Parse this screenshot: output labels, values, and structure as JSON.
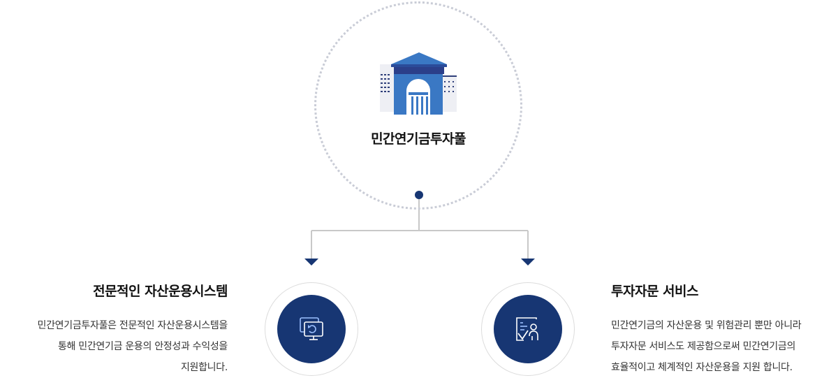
{
  "hub": {
    "title": "민간연기금투자풀",
    "icon": "government-building-icon"
  },
  "left": {
    "title": "전문적인 자산운용시스템",
    "lines": [
      "민간연기금투자풀은 전문적인 자산운용시스템을",
      "통해 민간연기금 운용의 안정성과 수익성을",
      "지원합니다."
    ],
    "icon": "monitor-refresh-icon"
  },
  "right": {
    "title": "투자자문 서비스",
    "lines": [
      "민간연기금의 자산운용 및 위험관리 뿐만  아니라",
      "투자자문 서비스도 제공함으로써 민간연기금의",
      "효율적이고 체계적인 자산운용을 지원 합니다."
    ],
    "icon": "consulting-document-icon"
  },
  "colors": {
    "navy": "#173673",
    "building_blue": "#3a78c4",
    "line_gray": "#c8c8c8",
    "dot_gray": "#c9ccd6"
  }
}
